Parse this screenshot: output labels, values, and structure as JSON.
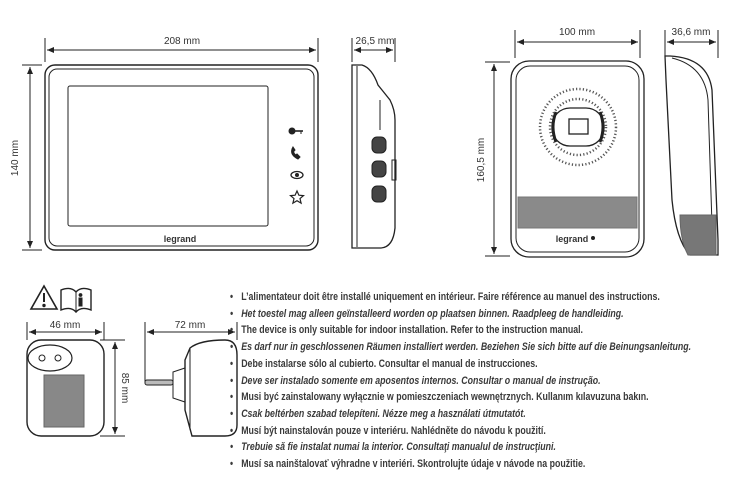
{
  "monitor": {
    "width_label": "208 mm",
    "height_label": "140 mm",
    "depth_label": "26,5 mm",
    "brand": "legrand",
    "icons": [
      "key-icon",
      "phone-icon",
      "eye-icon",
      "star-icon"
    ]
  },
  "door_station": {
    "width_label": "100 mm",
    "height_label": "160,5 mm",
    "depth_label": "36,6 mm",
    "brand": "legrand"
  },
  "adapter": {
    "width_label": "46 mm",
    "depth_label": "72 mm",
    "height_label": "85 mm"
  },
  "warnings": {
    "icons": [
      "warning-triangle-icon",
      "manual-book-icon"
    ],
    "items": [
      {
        "text": "L’alimentateur doit être installé uniquement en intérieur. Faire référence au manuel des instructions.",
        "italic": false
      },
      {
        "text": "Het toestel mag alleen geïnstalleerd worden op plaatsen binnen. Raadpleeg de handleiding.",
        "italic": true
      },
      {
        "text": "The device is only suitable for indoor installation. Refer to the instruction manual.",
        "italic": false
      },
      {
        "text": "Es darf nur in geschlossenen Räumen installiert werden. Beziehen Sie sich bitte auf die Beinungsanleitung.",
        "italic": true
      },
      {
        "text": "Debe instalarse sólo al cubierto. Consultar el manual de instrucciones.",
        "italic": false
      },
      {
        "text": "Deve ser instalado somente em aposentos internos. Consultar o manual de instrução.",
        "italic": true
      },
      {
        "text": "Musi być zainstalowany wyłącznie w pomieszczeniach wewnętrznych. Kullanım kılavuzuna bakın.",
        "italic": false
      },
      {
        "text": "Csak beltérben szabad telepíteni. Nézze meg a használati útmutatót.",
        "italic": true
      },
      {
        "text": "Musí být nainstalován pouze v interiéru. Nahlédněte do návodu k použití.",
        "italic": false
      },
      {
        "text": "Trebuie să fie instalat numai la interior. Consultaţi manualul de instrucţiuni.",
        "italic": true
      },
      {
        "text": "Musí sa nainštalovať výhradne v interiéri. Skontrolujte údaje v návode na použitie.",
        "italic": false
      }
    ]
  }
}
